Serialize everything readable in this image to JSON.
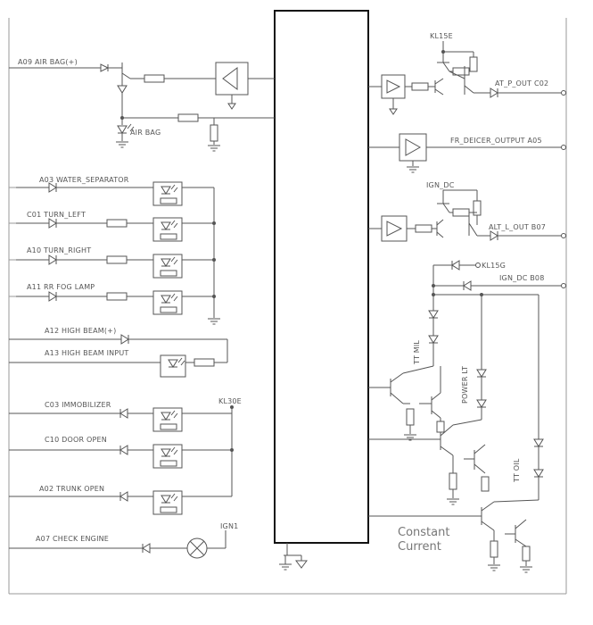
{
  "inputs": {
    "air_bag_in": "A09 AIR BAG(+)",
    "air_bag_lamp": "AIR BAG",
    "water_sep": "A03 WATER_SEPARATOR",
    "turn_left": "C01 TURN_LEFT",
    "turn_right": "A10 TURN_RIGHT",
    "rr_fog": "A11 RR FOG LAMP",
    "high_beam": "A12 HIGH BEAM(+)",
    "high_beam_input": "A13 HIGH BEAM INPUT",
    "immobilizer": "C03 IMMOBILIZER",
    "door_open": "C10 DOOR OPEN",
    "trunk_open": "A02 TRUNK OPEN",
    "check_engine": "A07 CHECK ENGINE",
    "kl30e": "KL30E",
    "ign": "IGN1"
  },
  "outputs": {
    "kl15e": "KL15E",
    "at_p_out": "AT_P_OUT C02",
    "fr_deicer": "FR_DEICER_OUTPUT A05",
    "ign_dc_1": "IGN_DC",
    "alt_l_out": "ALT_L_OUT B07",
    "kl15g": "KL15G",
    "ign_dc_2": "IGN_DC B08",
    "tt_mil": "TT MIL",
    "power_lt": "POWER LT",
    "tt_oil": "TT OIL",
    "constant_current_1": "Constant",
    "constant_current_2": "Current"
  }
}
